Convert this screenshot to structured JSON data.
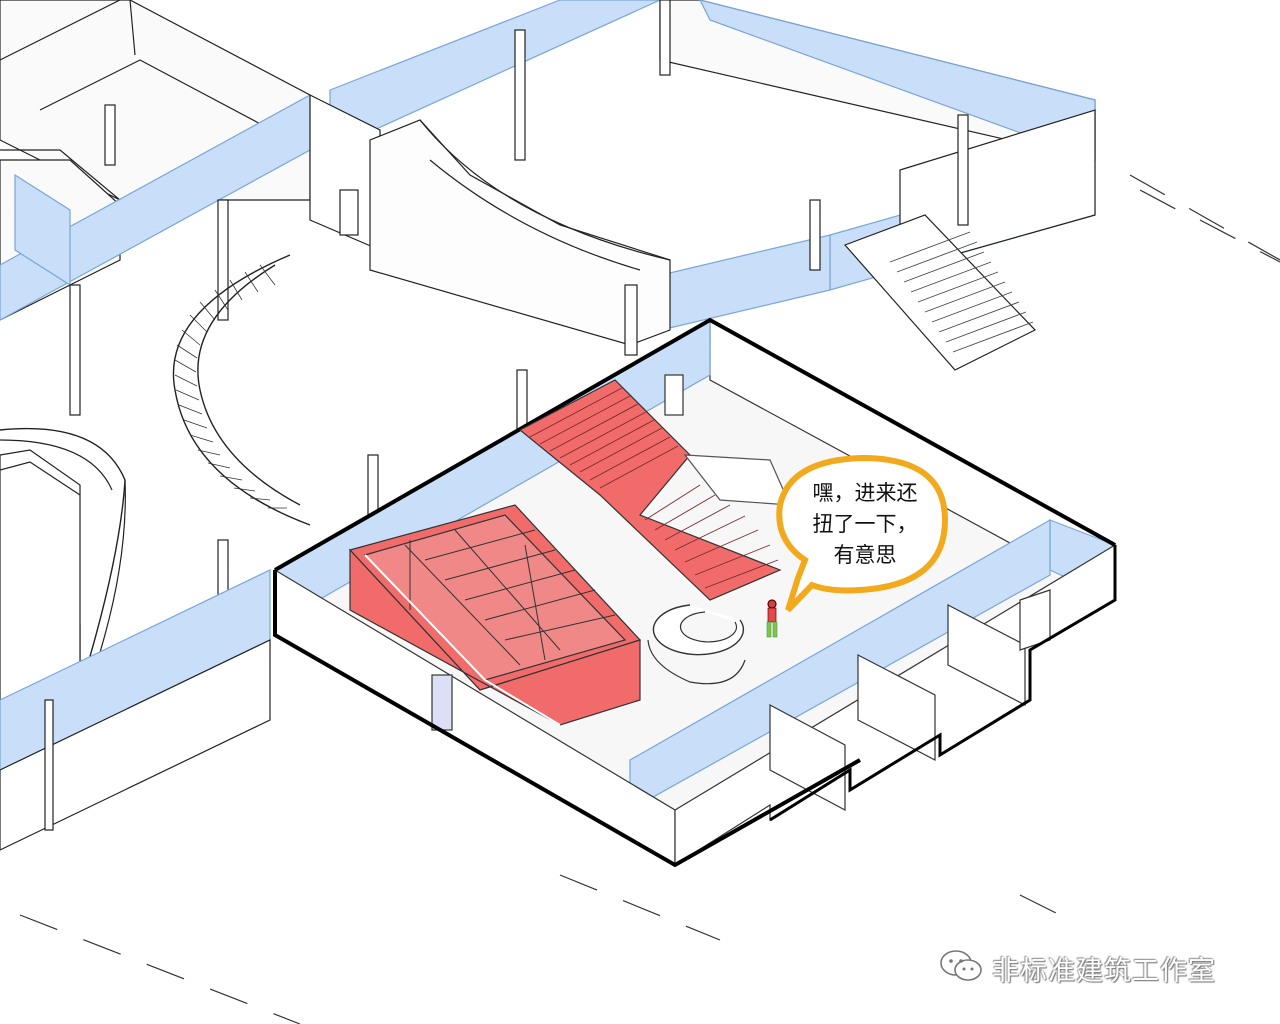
{
  "speech_bubble": {
    "lines": [
      "嘿，进来还",
      "扭了一下，",
      "有意思"
    ],
    "border_color": "#F2A91B"
  },
  "watermark": {
    "text": "非标准建筑工作室",
    "icon": "wechat-icon"
  },
  "colors": {
    "highlight_red": "#F26B6B",
    "glass_blue": "#C9DEF8",
    "outline": "#111111"
  }
}
